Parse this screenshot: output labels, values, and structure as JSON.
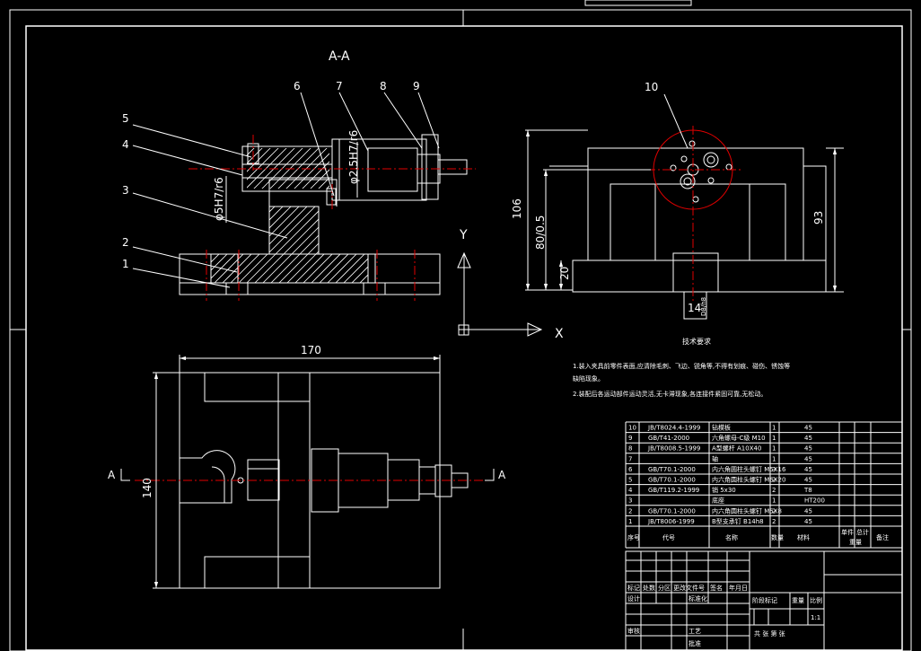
{
  "section_label": "A-A",
  "balloons": [
    "1",
    "2",
    "3",
    "4",
    "5",
    "6",
    "7",
    "8",
    "9",
    "10"
  ],
  "dimensions": {
    "d1": "φ5H7/r6",
    "d2": "φ2.5H7/r6",
    "width_top": "170",
    "height_left": "140",
    "height_side": "106",
    "h_center": "80/0.5",
    "h_right": "93",
    "h_base": "20",
    "slot": "14",
    "slot_fit": "D8/h8"
  },
  "axes": {
    "y": "Y",
    "x": "X"
  },
  "section_marks": {
    "left": "A",
    "right": "A"
  },
  "tech_req": {
    "title": "技术要求",
    "line1": "1.装入夹具前零件表面,应清除毛刺、飞边、锐角等,不得有划痕、碰伤、锈蚀等",
    "line1b": "缺陷现象。",
    "line2": "2.装配后各运动部件运动灵活,无卡滞现象,各连接件紧固可靠,无松动。"
  },
  "bom": [
    {
      "no": "10",
      "code": "JB/T8024.4-1999",
      "name": "钻模板",
      "qty": "1",
      "mat": "45"
    },
    {
      "no": "9",
      "code": "GB/T41-2000",
      "name": "六角螺母-C级 M10",
      "qty": "1",
      "mat": "45"
    },
    {
      "no": "8",
      "code": "JB/T8008.5-1999",
      "name": "A型螺杆 A10X40",
      "qty": "1",
      "mat": "45"
    },
    {
      "no": "7",
      "code": "",
      "name": "轴",
      "qty": "1",
      "mat": "45"
    },
    {
      "no": "6",
      "code": "GB/T70.1-2000",
      "name": "内六角圆柱头螺钉 M5X16",
      "qty": "3",
      "mat": "45"
    },
    {
      "no": "5",
      "code": "GB/T70.1-2000",
      "name": "内六角圆柱头螺钉 M6X20",
      "qty": "2",
      "mat": "45"
    },
    {
      "no": "4",
      "code": "GB/T119.2-1999",
      "name": "销 5x30",
      "qty": "2",
      "mat": "T8"
    },
    {
      "no": "3",
      "code": "",
      "name": "底座",
      "qty": "1",
      "mat": "HT200"
    },
    {
      "no": "2",
      "code": "GB/T70.1-2000",
      "name": "内六角圆柱头螺钉 M5X8",
      "qty": "2",
      "mat": "45"
    },
    {
      "no": "1",
      "code": "JB/T8006-1999",
      "name": "B型支承钉 B14h8",
      "qty": "2",
      "mat": "45"
    }
  ],
  "bom_header": {
    "no": "序号",
    "code": "代号",
    "name": "名称",
    "qty": "数量",
    "mat": "材料",
    "unit": "单件",
    "total": "总计",
    "wt": "重量",
    "note": "备注"
  },
  "title_block": {
    "r1": [
      "标记",
      "处数",
      "分区",
      "更改文件号",
      "签名",
      "年月日"
    ],
    "design": "设计",
    "std": "标准化",
    "check": "审核",
    "process": "工艺",
    "approve": "批准",
    "stage": "阶段标记",
    "weight": "重量",
    "ratio": "比例",
    "ratio_val": "1:1",
    "sheet": "共 张 第 张"
  }
}
